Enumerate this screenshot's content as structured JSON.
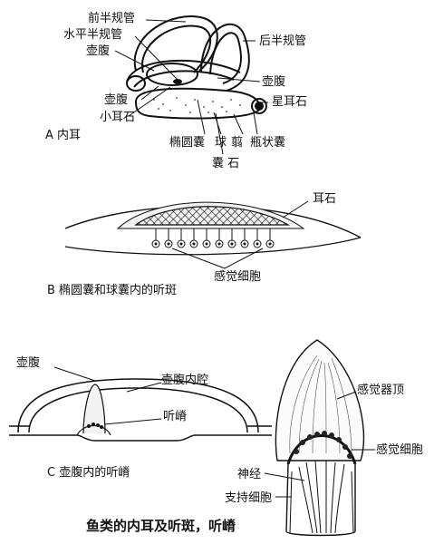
{
  "panel_a": {
    "caption": "A 内耳",
    "labels": {
      "anterior_canal": "前半规管",
      "horizontal_canal": "水平半规管",
      "utricle_top": "壶腹",
      "posterior_canal": "后半规管",
      "utricle_right": "壶腹",
      "ampulla_left": "壶腹",
      "asteriscus": "星耳石",
      "lapillus": "小耳石",
      "utricle_sac": "椭圆囊",
      "saccule": "球",
      "lagena_char": "翦",
      "lagena": "瓶状囊",
      "sagitta": "囊 石"
    }
  },
  "panel_b": {
    "caption": "B 椭圆囊和球囊内的听斑",
    "labels": {
      "otolith": "耳石",
      "sensory_cells": "感觉细胞"
    }
  },
  "panel_c": {
    "caption": "C 壶腹内的听嵴",
    "labels": {
      "ampulla": "壶腹",
      "ampulla_cavity": "壶腹内腔",
      "crista": "听嵴"
    }
  },
  "panel_d": {
    "labels": {
      "cupula_top": "感觉器顶",
      "sensory_cells": "感觉细胞",
      "nerve": "神经",
      "supporting_cells": "支持细胞"
    }
  },
  "figure_title": "鱼类的内耳及听斑，听嵴"
}
